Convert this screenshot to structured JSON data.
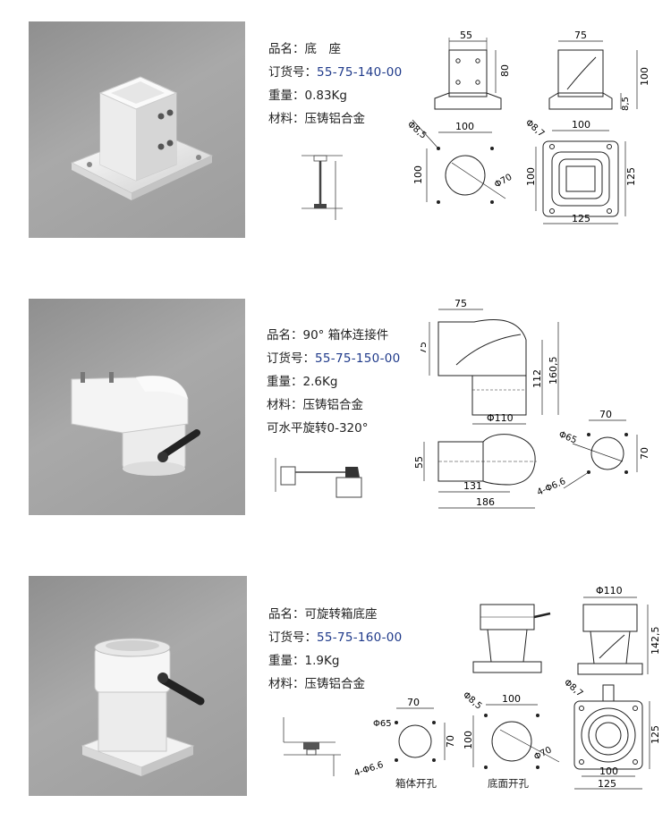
{
  "products": [
    {
      "name_label": "品名：",
      "name": "底　座",
      "order_label": "订货号：",
      "order": "55-75-140-00",
      "weight_label": "重量：",
      "weight": "0.83Kg",
      "material_label": "材料：",
      "material": "压铸铝合金",
      "dims": {
        "top_w": "55",
        "h": "80",
        "top_w2": "75",
        "foot": "8,5",
        "h2": "100",
        "bolt_dia": "Φ8,5",
        "bolt_sp": "100",
        "bolt_sp_v": "100",
        "hole": "Φ70",
        "bolt_dia2": "Φ8,7",
        "plate_sp": "100",
        "plate_sp_v": "100",
        "plate_h": "125",
        "plate_w": "125"
      }
    },
    {
      "name_label": "品名：",
      "name": "90° 箱体连接件",
      "order_label": "订货号：",
      "order": "55-75-150-00",
      "weight_label": "重量：",
      "weight": "2.6Kg",
      "material_label": "材料：",
      "material": "压铸铝合金",
      "extra": "可水平旋转0-320°",
      "dims": {
        "top_w": "75",
        "left_h": "75",
        "h1": "112",
        "h2": "160,5",
        "bot_dia": "Φ110",
        "side_h": "55",
        "len1": "131",
        "len2": "186",
        "sp_w": "70",
        "hole": "Φ65",
        "sp_h": "70",
        "bolts": "4-Φ6.6"
      }
    },
    {
      "name_label": "品名：",
      "name": "可旋转箱底座",
      "order_label": "订货号：",
      "order": "55-75-160-00",
      "weight_label": "重量：",
      "weight": "1.9Kg",
      "material_label": "材料：",
      "material": "压铸铝合金",
      "dims": {
        "top_dia": "Φ110",
        "h": "142,5",
        "box_sp": "70",
        "box_hole": "Φ65",
        "box_sp_v": "70",
        "box_bolts": "4-Φ6.6",
        "base_dia": "Φ8,5",
        "base_sp": "100",
        "base_sp_v": "100",
        "base_hole": "Φ70",
        "plate_dia": "Φ8,7",
        "plate_h": "125",
        "plate_sp": "100",
        "plate_w": "125"
      },
      "caption_box": "箱体开孔",
      "caption_base": "底面开孔"
    }
  ]
}
